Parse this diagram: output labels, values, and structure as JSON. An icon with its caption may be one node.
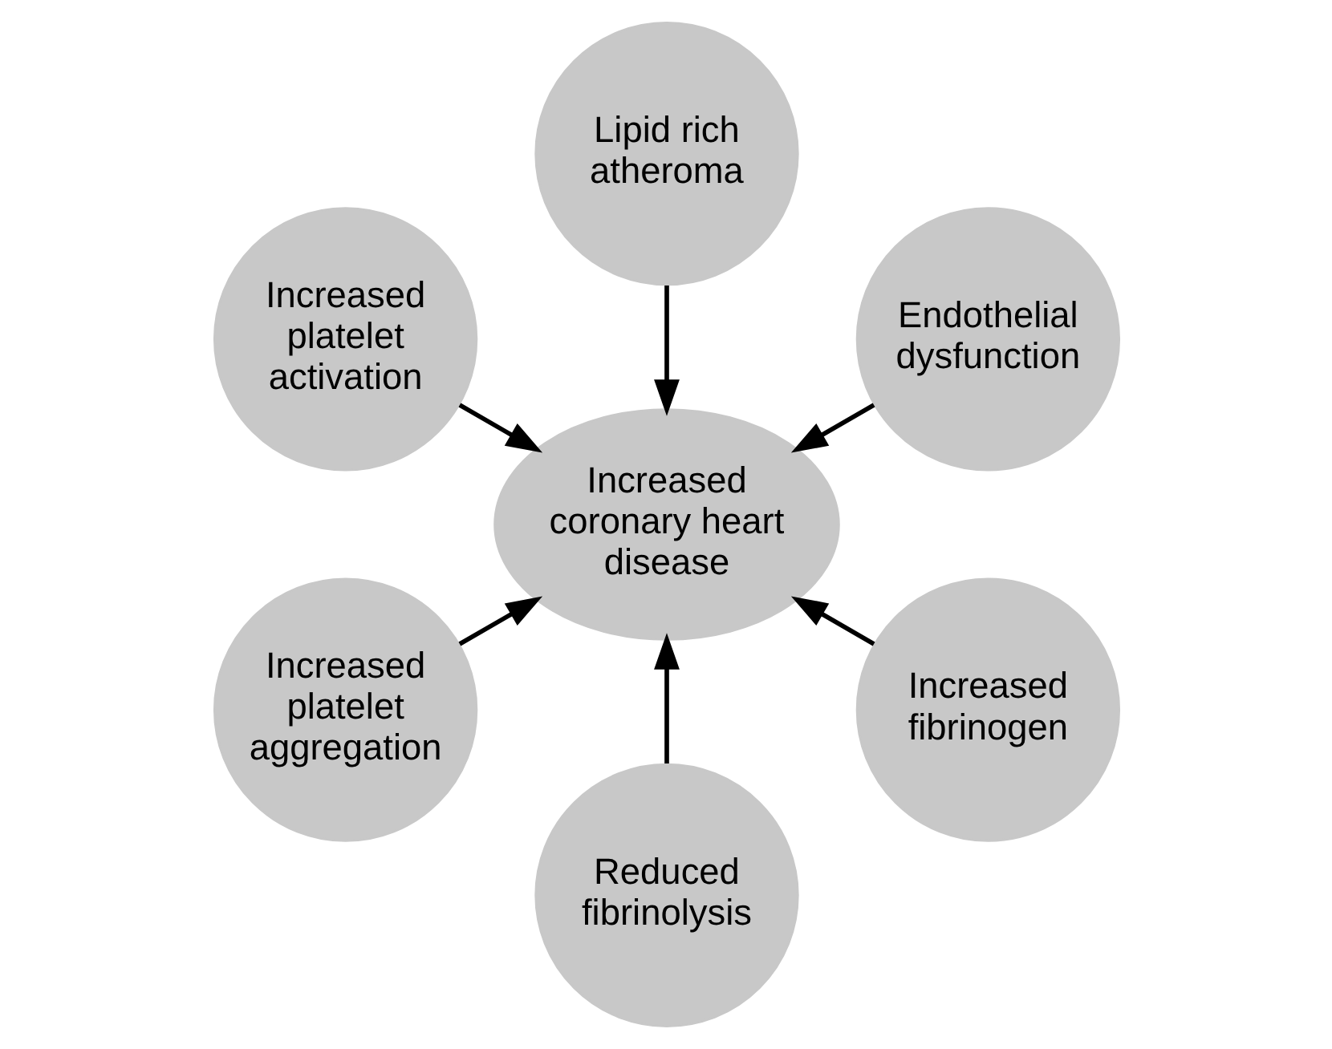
{
  "diagram": {
    "nodes": [
      {
        "text": [
          "Endothelial dysfunction"
        ]
      },
      {
        "text": [
          "Lipid rich atheroma"
        ]
      },
      {
        "text": [
          "Increased platelet activation"
        ]
      },
      {
        "text": [
          "Increased coronary heart disease"
        ]
      },
      {
        "text": [
          "Increased platelet aggregation"
        ]
      },
      {
        "text": [
          "Reduced fibrinolysis"
        ]
      },
      {
        "text": [
          "Increased fibrinogen"
        ]
      }
    ],
    "edges": [
      {
        "from": 0,
        "to": 3,
        "arrow": "to"
      },
      {
        "from": 1,
        "to": 3,
        "arrow": "to"
      },
      {
        "from": 2,
        "to": 3,
        "arrow": "to"
      },
      {
        "from": 4,
        "to": 3,
        "arrow": "to"
      },
      {
        "from": 5,
        "to": 3,
        "arrow": "to"
      },
      {
        "from": 6,
        "to": 3,
        "arrow": "to"
      }
    ]
  }
}
